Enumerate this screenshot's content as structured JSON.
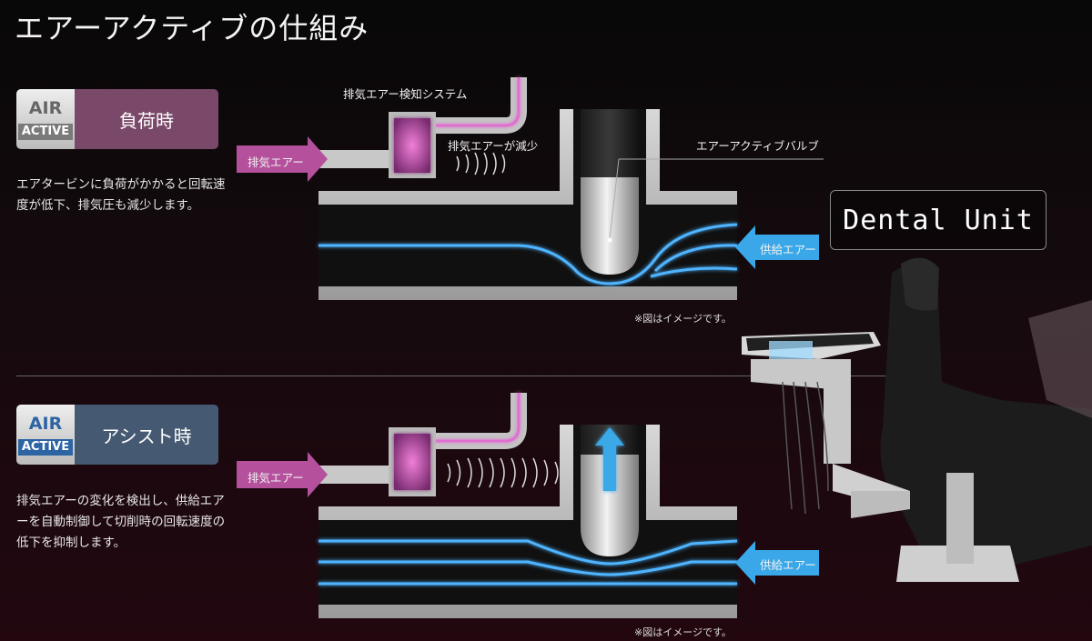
{
  "title": "エアーアクティブの仕組み",
  "badge_logo": {
    "air": "AIR",
    "active": "ACTIVE"
  },
  "section_load": {
    "label": "負荷時",
    "description": "エアタービンに負荷がかかると回転速度が低下、排気圧も減少します。",
    "exhaust_detect_label": "排気エアー検知システム",
    "exhaust_decrease_label": "排気エアーが減少",
    "valve_label": "エアーアクティブバルブ",
    "exhaust_arrow_label": "排気エアー",
    "supply_arrow_label": "供給エアー",
    "note": "※図はイメージです。"
  },
  "section_assist": {
    "label": "アシスト時",
    "description": "排気エアーの変化を検出し、供給エアーを自動制御して切削時の回転速度の低下を抑制します。",
    "exhaust_arrow_label": "排気エアー",
    "supply_arrow_label": "供給エアー",
    "note": "※図はイメージです。"
  },
  "unit_label": "Dental Unit",
  "colors": {
    "exhaust": "#b4509c",
    "supply": "#3aa8e8",
    "flow": "#4fb4ff"
  }
}
